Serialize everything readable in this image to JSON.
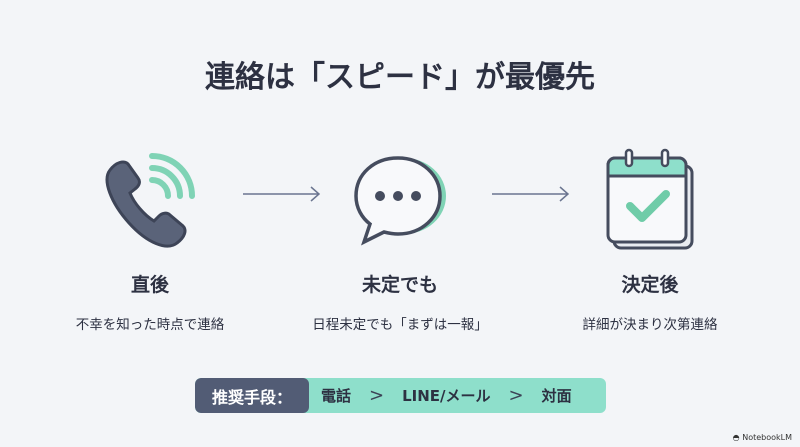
{
  "title": "連絡は「スピード」が最優先",
  "steps": [
    {
      "heading": "直後",
      "sub": "不幸を知った時点で連絡",
      "icon": "phone-icon"
    },
    {
      "heading": "未定でも",
      "sub": "日程未定でも「まずは一報」",
      "icon": "chat-bubble-icon"
    },
    {
      "heading": "決定後",
      "sub": "詳細が決まり次第連絡",
      "icon": "calendar-check-icon"
    }
  ],
  "recommend": {
    "label": "推奨手段：",
    "items": [
      "電話",
      "LINE/メール",
      "対面"
    ],
    "separator": ">"
  },
  "brand": "NotebookLM",
  "colors": {
    "dark": "#525c75",
    "accent": "#8edfcb",
    "bg": "#f3f5f8"
  }
}
